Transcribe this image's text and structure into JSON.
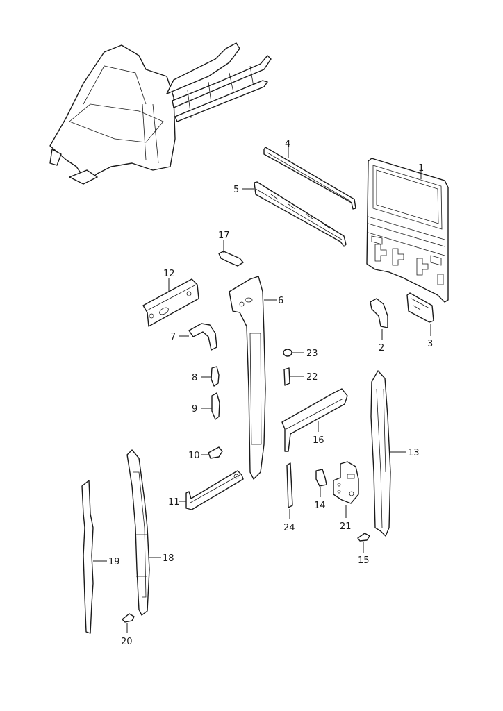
{
  "diagram": {
    "title": "Body parts exploded view",
    "line_color": "#1a1a1a",
    "background": "#ffffff"
  },
  "callouts": {
    "p1": "1",
    "p2": "2",
    "p3": "3",
    "p4": "4",
    "p5": "5",
    "p6": "6",
    "p7": "7",
    "p8": "8",
    "p9": "9",
    "p10": "10",
    "p11": "11",
    "p12": "12",
    "p13": "13",
    "p14": "14",
    "p15": "15",
    "p16": "16",
    "p17": "17",
    "p18": "18",
    "p19": "19",
    "p20": "20",
    "p21": "21",
    "p22": "22",
    "p23": "23",
    "p24": "24"
  }
}
